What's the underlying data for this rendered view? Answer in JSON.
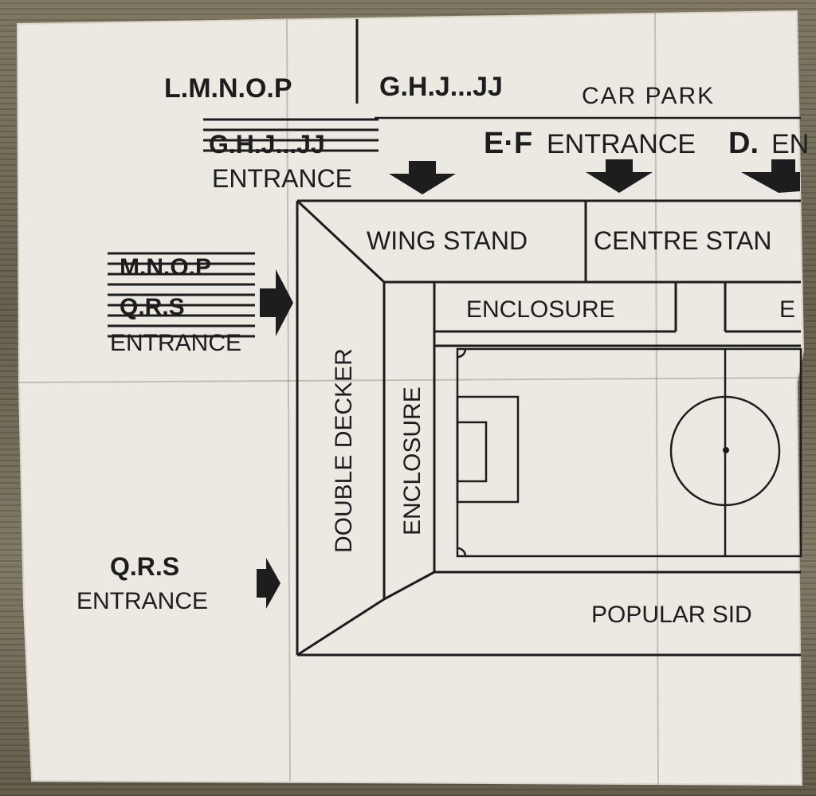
{
  "header": {
    "left_code": "L.M.N.O.P",
    "right_code": "G.H.J...JJ",
    "car_park": "CAR PARK"
  },
  "entrances": {
    "crossed_ghj": "G.H.J...JJ",
    "entrance_word": "ENTRANCE",
    "ef_label": "E·F",
    "ef_entrance": "ENTRANCE",
    "d_label": "D.",
    "d_entrance": "EN",
    "crossed_mnop": "M.N.O.P",
    "crossed_qrs": "Q.R.S",
    "mnop_qrs_entrance": "ENTRANCE",
    "qrs_label": "Q.R.S",
    "qrs_entrance": "ENTRANCE"
  },
  "stands": {
    "wing_stand": "WING STAND",
    "centre_stand": "CENTRE STAN",
    "enclosure_top": "ENCLOSURE",
    "enclosure_top_right": "E",
    "double_decker": "DOUBLE DECKER",
    "enclosure_left": "ENCLOSURE",
    "popular_side": "POPULAR SID"
  },
  "colors": {
    "paper": "#ece9e2",
    "ink": "#1d1d1d",
    "background_wood": "#6f6a55"
  }
}
